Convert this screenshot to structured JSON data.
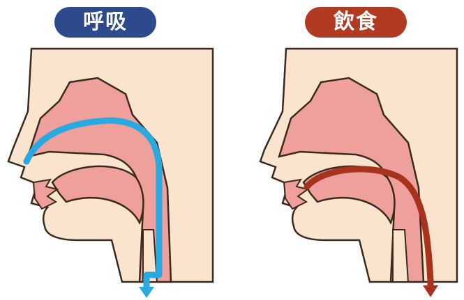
{
  "panels": [
    {
      "label": "呼吸",
      "label_color": "#2c4a8c",
      "path_color": "#29a9e0",
      "path_kind": "breathing-airway"
    },
    {
      "label": "飲食",
      "label_color": "#b23a22",
      "path_color": "#a8331c",
      "path_kind": "swallowing-food-path"
    }
  ],
  "colors": {
    "skin": "#fae4cd",
    "tissue": "#ef9f9c",
    "outline": "#3a2a1e"
  }
}
